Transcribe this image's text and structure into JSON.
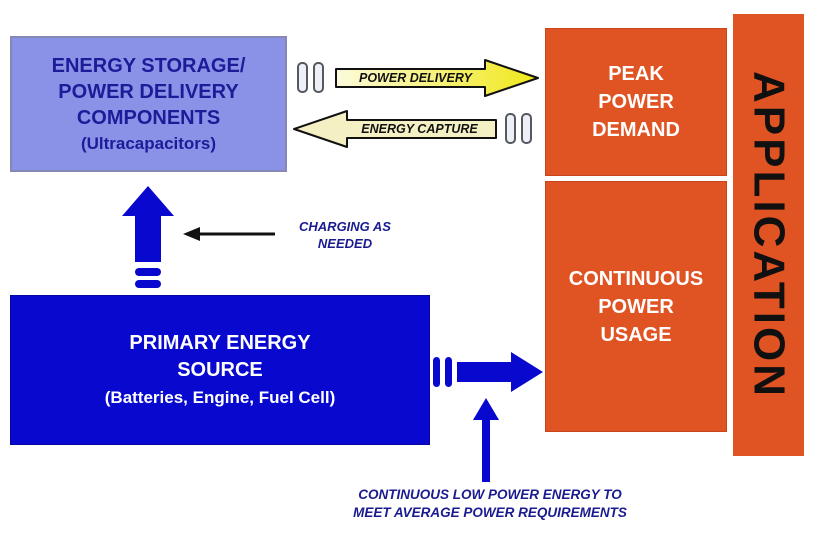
{
  "colors": {
    "background": "#ffffff",
    "storage_box": "#8a92e8",
    "primary_box": "#0808cf",
    "orange": "#e05323",
    "navy_text": "#1b1b90",
    "yellow_arrow": "#f0e818",
    "pale_yellow_arrow": "#f5f0c4",
    "black": "#111111",
    "white_text": "#ffffff"
  },
  "storage_box": {
    "line1": "ENERGY STORAGE/",
    "line2": "POWER DELIVERY",
    "line3": "COMPONENTS",
    "line4": "(Ultracapacitors)"
  },
  "peak_box": {
    "line1": "PEAK",
    "line2": "POWER",
    "line3": "DEMAND"
  },
  "continuous_box": {
    "line1": "CONTINUOUS",
    "line2": "POWER",
    "line3": "USAGE"
  },
  "application_label": "APPLICATION",
  "primary_box": {
    "line1": "PRIMARY ENERGY",
    "line2": "SOURCE",
    "line3": "(Batteries, Engine, Fuel Cell)"
  },
  "arrows": {
    "power_delivery_label": "POWER DELIVERY",
    "energy_capture_label": "ENERGY CAPTURE"
  },
  "annotations": {
    "charging_line1": "CHARGING AS",
    "charging_line2": "NEEDED",
    "bottom_line1": "CONTINUOUS LOW POWER ENERGY TO",
    "bottom_line2": "MEET AVERAGE POWER REQUIREMENTS"
  }
}
